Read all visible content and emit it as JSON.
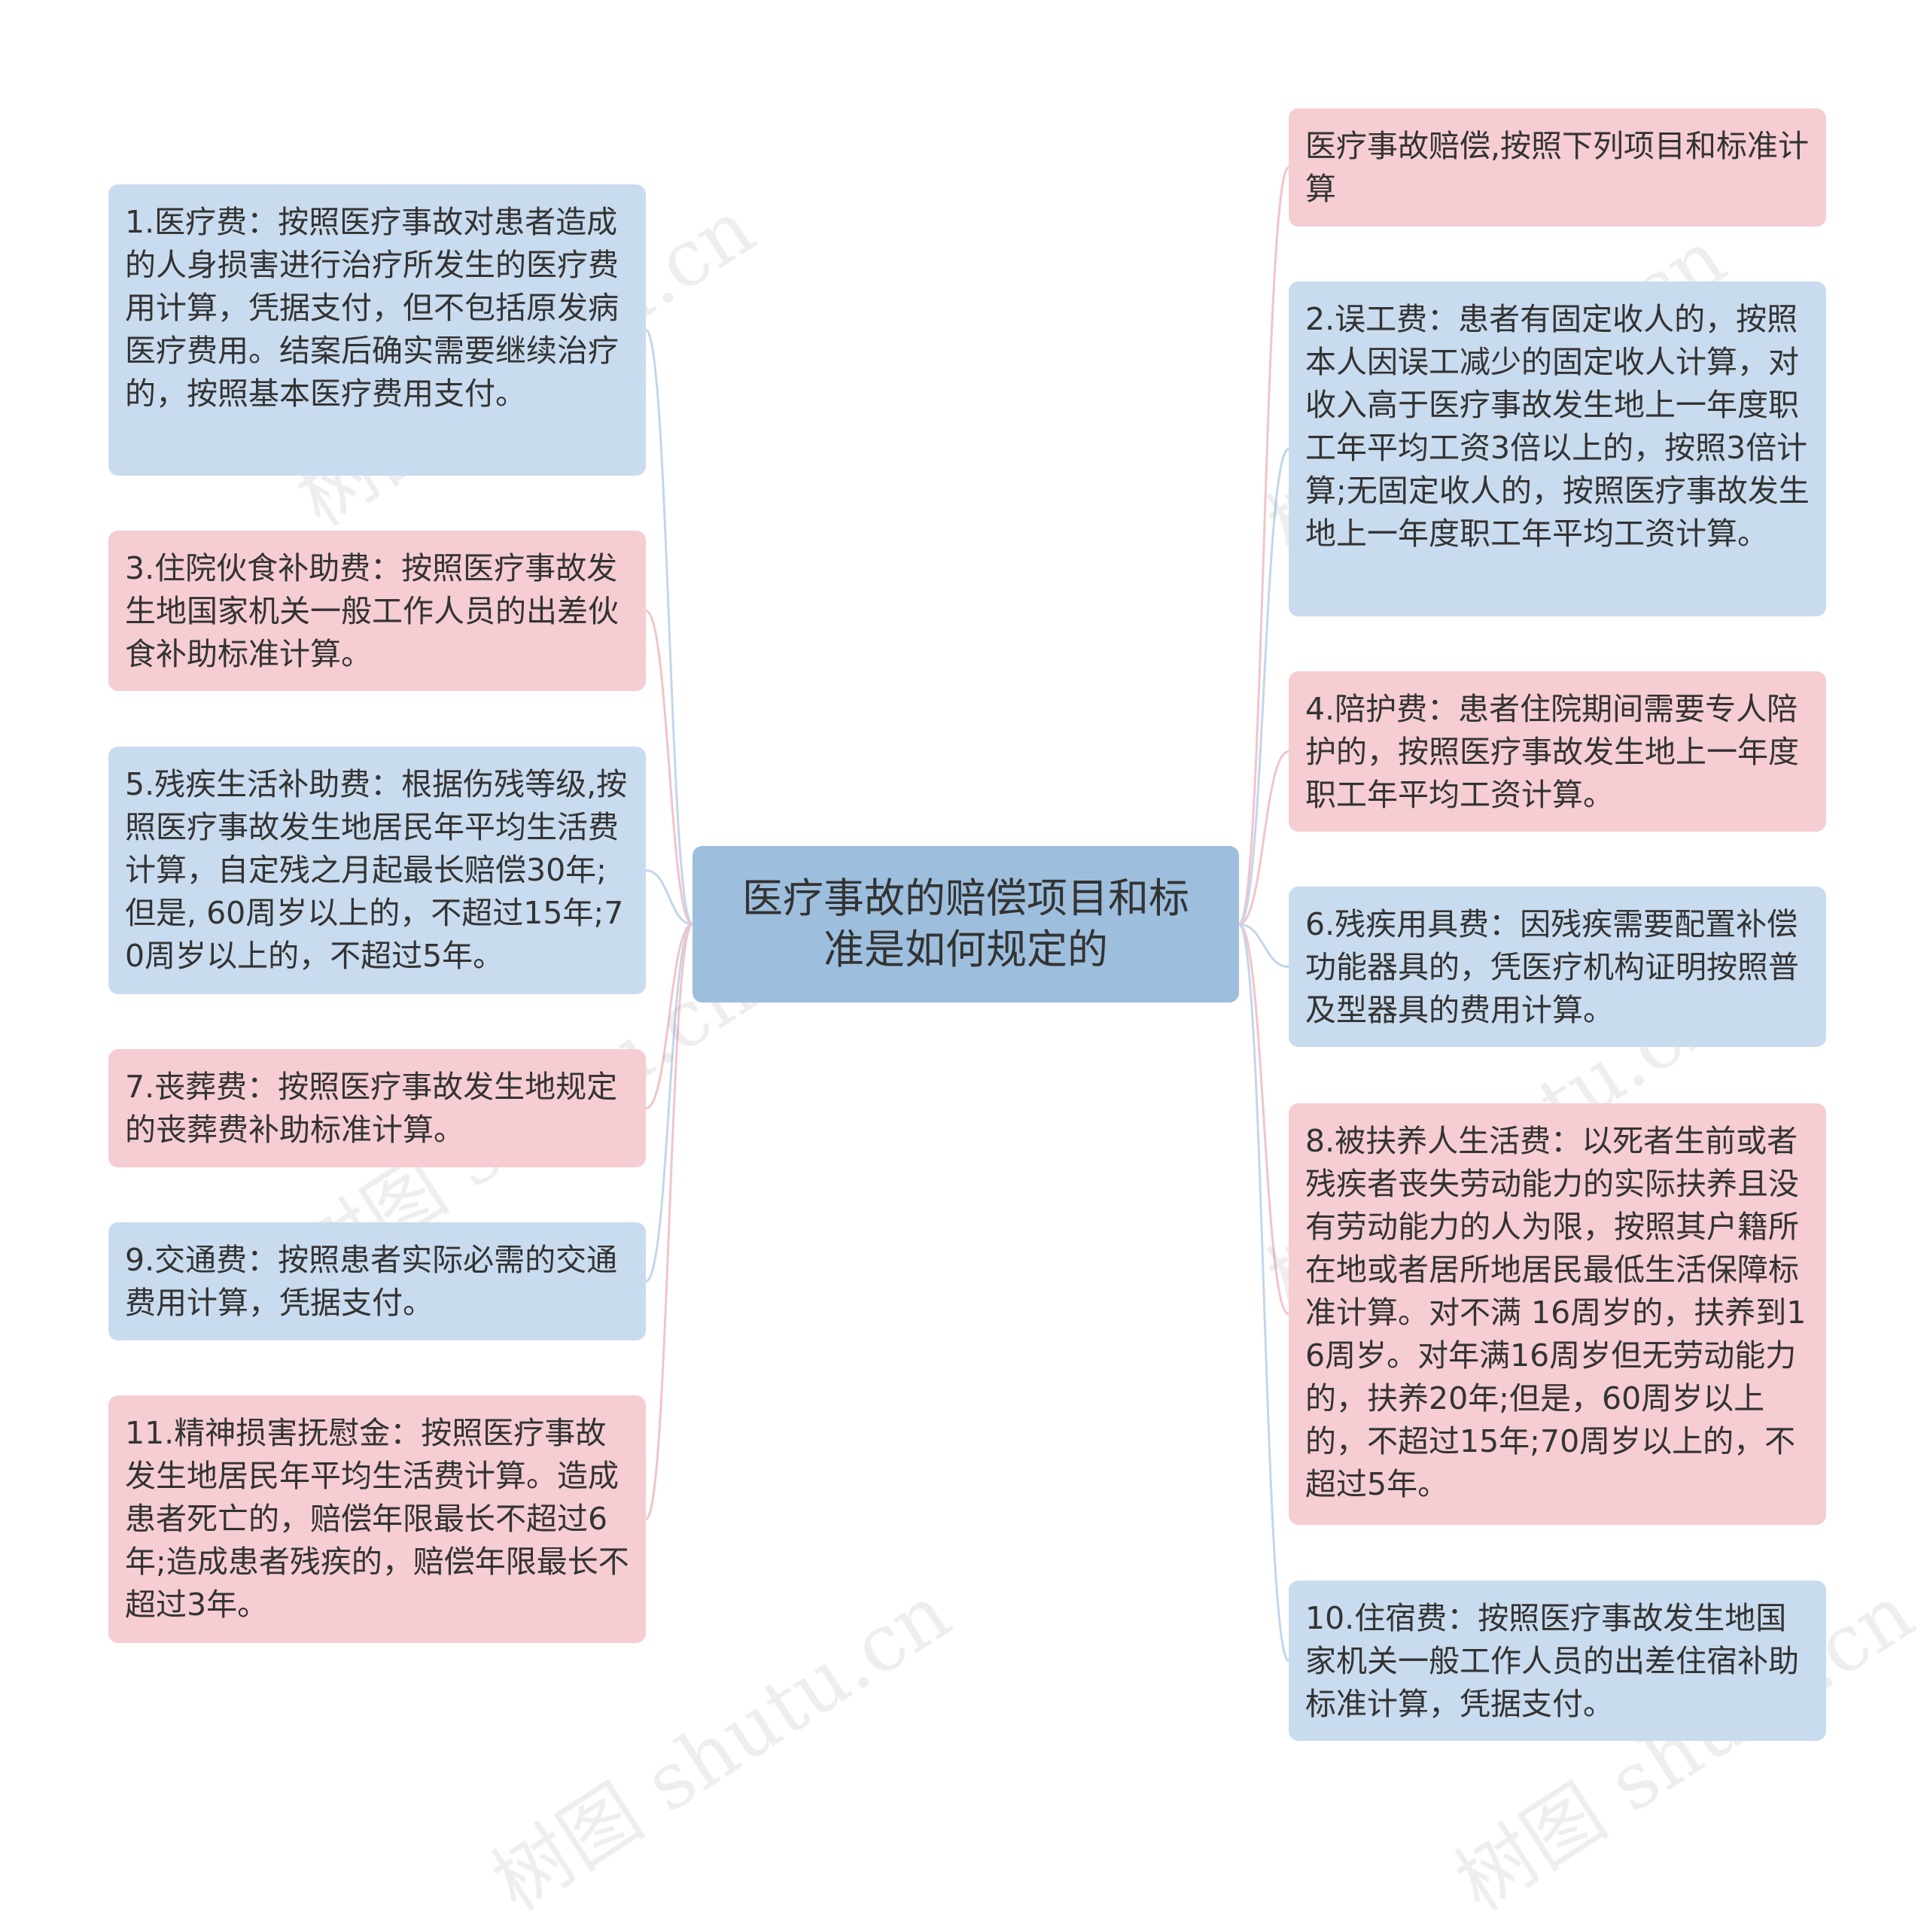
{
  "center": {
    "title": "医疗事故的赔偿项目和标\n准是如何规定的"
  },
  "left_nodes": [
    {
      "text": "1.医疗费：按照医疗事故对患者造成的人身损害进行治疗所发生的医疗费用计算，凭据支付，但不包括原发病医疗费用。结案后确实需要继续治疗的，按照基本医疗费用支付。",
      "color": "blue"
    },
    {
      "text": "3.住院伙食补助费：按照医疗事故发生地国家机关一般工作人员的出差伙食补助标准计算。",
      "color": "pink"
    },
    {
      "text": "5.残疾生活补助费：根据伤残等级,按照医疗事故发生地居民年平均生活费计算，自定残之月起最长赔偿30年;但是, 60周岁以上的，不超过15年;70周岁以上的，不超过5年。",
      "color": "blue"
    },
    {
      "text": "7.丧葬费：按照医疗事故发生地规定的丧葬费补助标准计算。",
      "color": "pink"
    },
    {
      "text": "9.交通费：按照患者实际必需的交通费用计算，凭据支付。",
      "color": "blue"
    },
    {
      "text": "11.精神损害抚慰金：按照医疗事故发生地居民年平均生活费计算。造成患者死亡的，赔偿年限最长不超过6年;造成患者残疾的，赔偿年限最长不超过3年。",
      "color": "pink"
    }
  ],
  "right_nodes": [
    {
      "text": "医疗事故赔偿,按照下列项目和标准计算",
      "color": "pink"
    },
    {
      "text": "2.误工费：患者有固定收人的，按照本人因误工减少的固定收人计算，对收入高于医疗事故发生地上一年度职工年平均工资3倍以上的，按照3倍计算;无固定收人的，按照医疗事故发生地上一年度职工年平均工资计算。",
      "color": "blue"
    },
    {
      "text": "4.陪护费：患者住院期间需要专人陪护的，按照医疗事故发生地上一年度职工年平均工资计算。",
      "color": "pink"
    },
    {
      "text": "6.残疾用具费：因残疾需要配置补偿功能器具的，凭医疗机构证明按照普及型器具的费用计算。",
      "color": "blue"
    },
    {
      "text": "8.被扶养人生活费：以死者生前或者残疾者丧失劳动能力的实际扶养且没有劳动能力的人为限，按照其户籍所在地或者居所地居民最低生活保障标准计算。对不满 16周岁的，扶养到16周岁。对年满16周岁但无劳动能力的，扶养20年;但是，60周岁以上的，不超过15年;70周岁以上的，不超过5年。",
      "color": "pink"
    },
    {
      "text": "10.住宿费：按照医疗事故发生地国家机关一般工作人员的出差住宿补助标准计算，凭据支付。",
      "color": "blue"
    }
  ],
  "colors": {
    "blue_node": "#c9dbee",
    "pink_node": "#f5cdd2",
    "center_node": "#9dbedd",
    "blue_link": "#c3d6ea",
    "pink_link": "#f1c4cb"
  },
  "watermark": {
    "text": "树图 shutu.cn"
  }
}
